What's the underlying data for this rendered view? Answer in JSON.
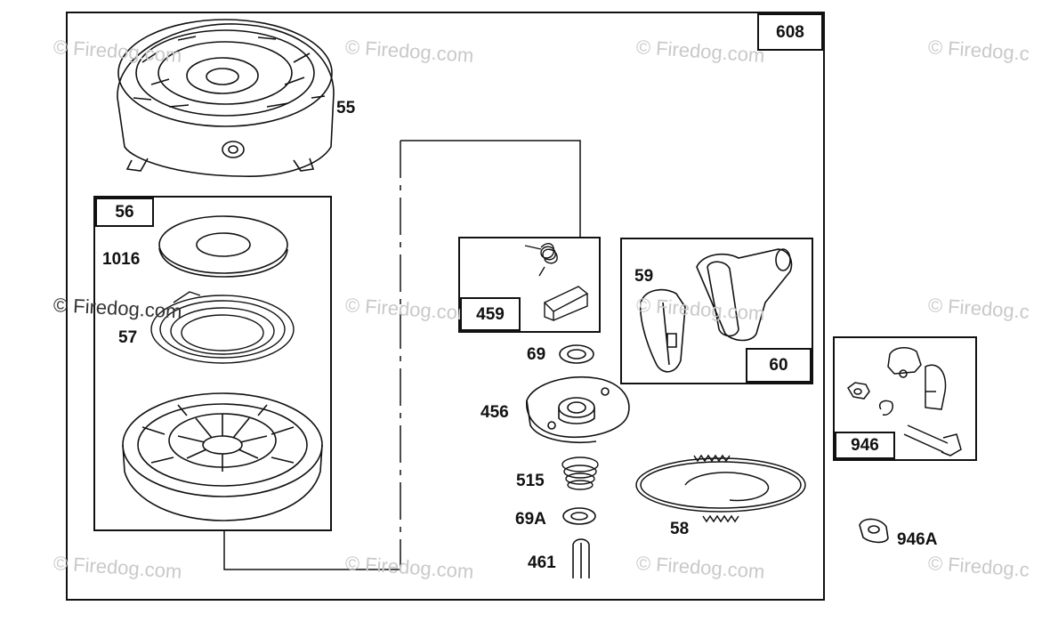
{
  "watermark_text": "© Firedog.com",
  "watermark_text_short": "© Firedog.c",
  "parts": {
    "p608": "608",
    "p55": "55",
    "p56": "56",
    "p1016": "1016",
    "p57": "57",
    "p459": "459",
    "p69": "69",
    "p456": "456",
    "p515": "515",
    "p69A": "69A",
    "p461": "461",
    "p58": "58",
    "p59": "59",
    "p60": "60",
    "p946": "946",
    "p946A": "946A"
  },
  "colors": {
    "line": "#111111",
    "watermark": "#c9c9c9"
  }
}
